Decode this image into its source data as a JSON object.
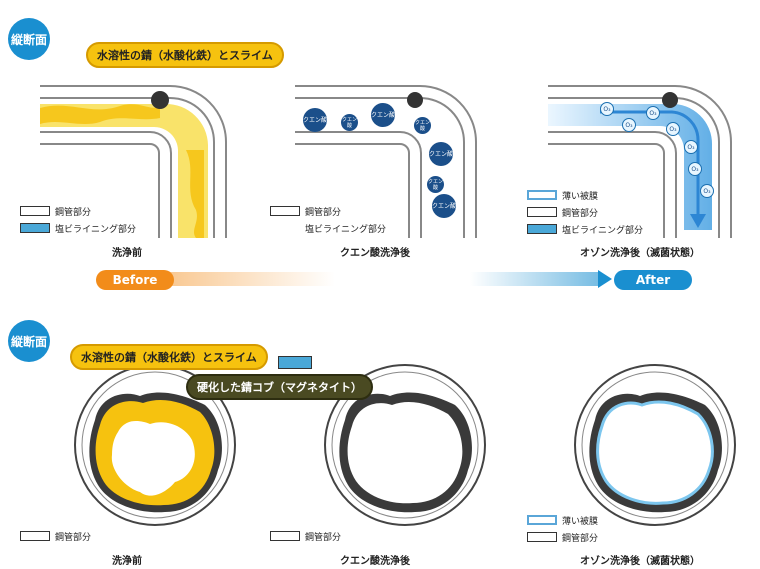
{
  "section_label": "縦断面",
  "callouts": {
    "rust_slime": "水溶性の錆（水酸化鉄）とスライム",
    "hard_rust": "硬化した錆コブ（マグネタイト）"
  },
  "legend": {
    "steel": "鋼管部分",
    "lining": "塩ビライニング部分",
    "film": "薄い被膜"
  },
  "captions": {
    "before_wash": "洗浄前",
    "citric": "クエン酸洗浄後",
    "ozone": "オゾン洗浄後（滅菌状態）"
  },
  "flow": {
    "before": "Before",
    "after": "After"
  },
  "bubble_text": "クエン酸",
  "ozone_text": "O₃",
  "colors": {
    "badge": "#1a8fd0",
    "rust": "#f6c20f",
    "lining": "#4aa8d8",
    "before_pill": "#f28c1a",
    "after_pill": "#1a8fd0",
    "scale": "#3a3a3a"
  }
}
